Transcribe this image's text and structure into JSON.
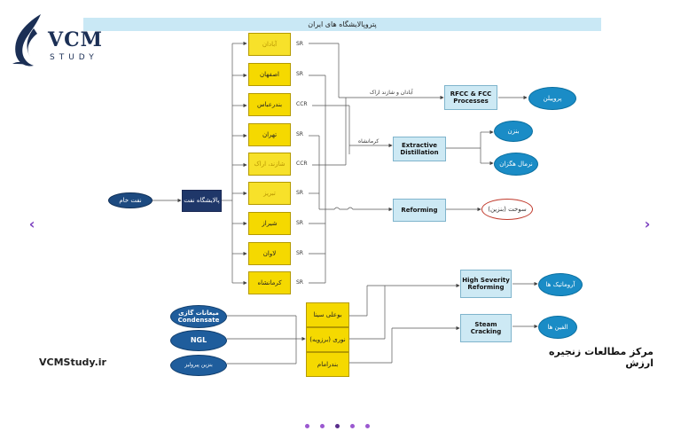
{
  "title": "پتروپالایشگاه های ایران",
  "logo": {
    "vcm": "VCM",
    "study": "STUDY"
  },
  "site": "VCMStudy.ir",
  "caption": "مرکز مطالعات زنجیره ارزش",
  "crude": {
    "oil": "نفت خام",
    "refinery": "پالایشگاه نفت"
  },
  "refineries": [
    {
      "name": "آبادان",
      "tag": "SR",
      "alt": true
    },
    {
      "name": "اصفهان",
      "tag": "SR",
      "alt": false
    },
    {
      "name": "بندرعباس",
      "tag": "CCR",
      "alt": false
    },
    {
      "name": "تهران",
      "tag": "SR",
      "alt": false
    },
    {
      "name": "شازند، اراک",
      "tag": "CCR",
      "alt": true
    },
    {
      "name": "تبریز",
      "tag": "SR",
      "alt": true
    },
    {
      "name": "شیراز",
      "tag": "SR",
      "alt": false
    },
    {
      "name": "لاوان",
      "tag": "SR",
      "alt": false
    },
    {
      "name": "کرمانشاه",
      "tag": "SR",
      "alt": false
    }
  ],
  "processes": {
    "rfcc": "RFCC & FCC Processes",
    "extractive": "Extractive Distillation",
    "reforming": "Reforming",
    "hsr": "High Severity Reforming",
    "steam": "Steam Cracking"
  },
  "products": {
    "propylene": "پروپیلن",
    "benzene": "بنزن",
    "normal_hexane": "نرمال هگزان",
    "fuel": "سوخت (بنزین)",
    "aromatics": "آروماتیک ها",
    "olefins": "الفین ها"
  },
  "feeds": {
    "gas_condensate": "میعانات گازی",
    "condensate": "Condensate",
    "ngl": "NGL",
    "pyrolysis": "بنزین پیرولیز"
  },
  "gas_plants": [
    "بوعلی سینا",
    "نوری (برزویه)",
    "بندرامام"
  ],
  "notes": {
    "abadan_arak": "آبادان و شازند اراک",
    "kermanshah": "کرمانشاه"
  },
  "nav": {
    "prev": "‹",
    "next": "›"
  },
  "dots": [
    0,
    1,
    2,
    3,
    4
  ],
  "active_dot": 2,
  "colors": {
    "accent": "#7b3fbf",
    "refinery": "#f5d900",
    "process": "#cde9f4",
    "product": "#1a8cc6",
    "navy": "#1f3769"
  }
}
